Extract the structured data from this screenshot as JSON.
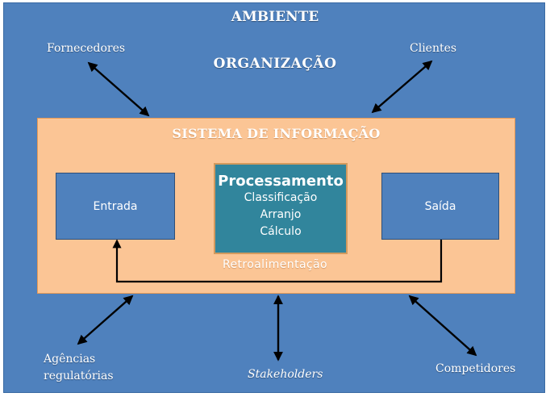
{
  "environment_title": "AMBIENTE",
  "organization_title": "ORGANIZAÇÃO",
  "system_title": "SISTEMA DE INFORMAÇÃO",
  "stakeholders": {
    "suppliers": "Fornecedores",
    "clients": "Clientes",
    "regulators_line1": "Agências",
    "regulators_line2": "regulatórias",
    "stakeholders": "Stakeholders",
    "competitors": "Competidores"
  },
  "components": {
    "input": "Entrada",
    "processing": "Processamento",
    "processing_items": [
      "Classificação",
      "Arranjo",
      "Cálculo"
    ],
    "output": "Saída"
  },
  "feedback": "Retroalimentação",
  "colors": {
    "environment": "#4f81bd",
    "system": "#fbc595",
    "processing": "#31859c",
    "arrow": "#000000"
  }
}
